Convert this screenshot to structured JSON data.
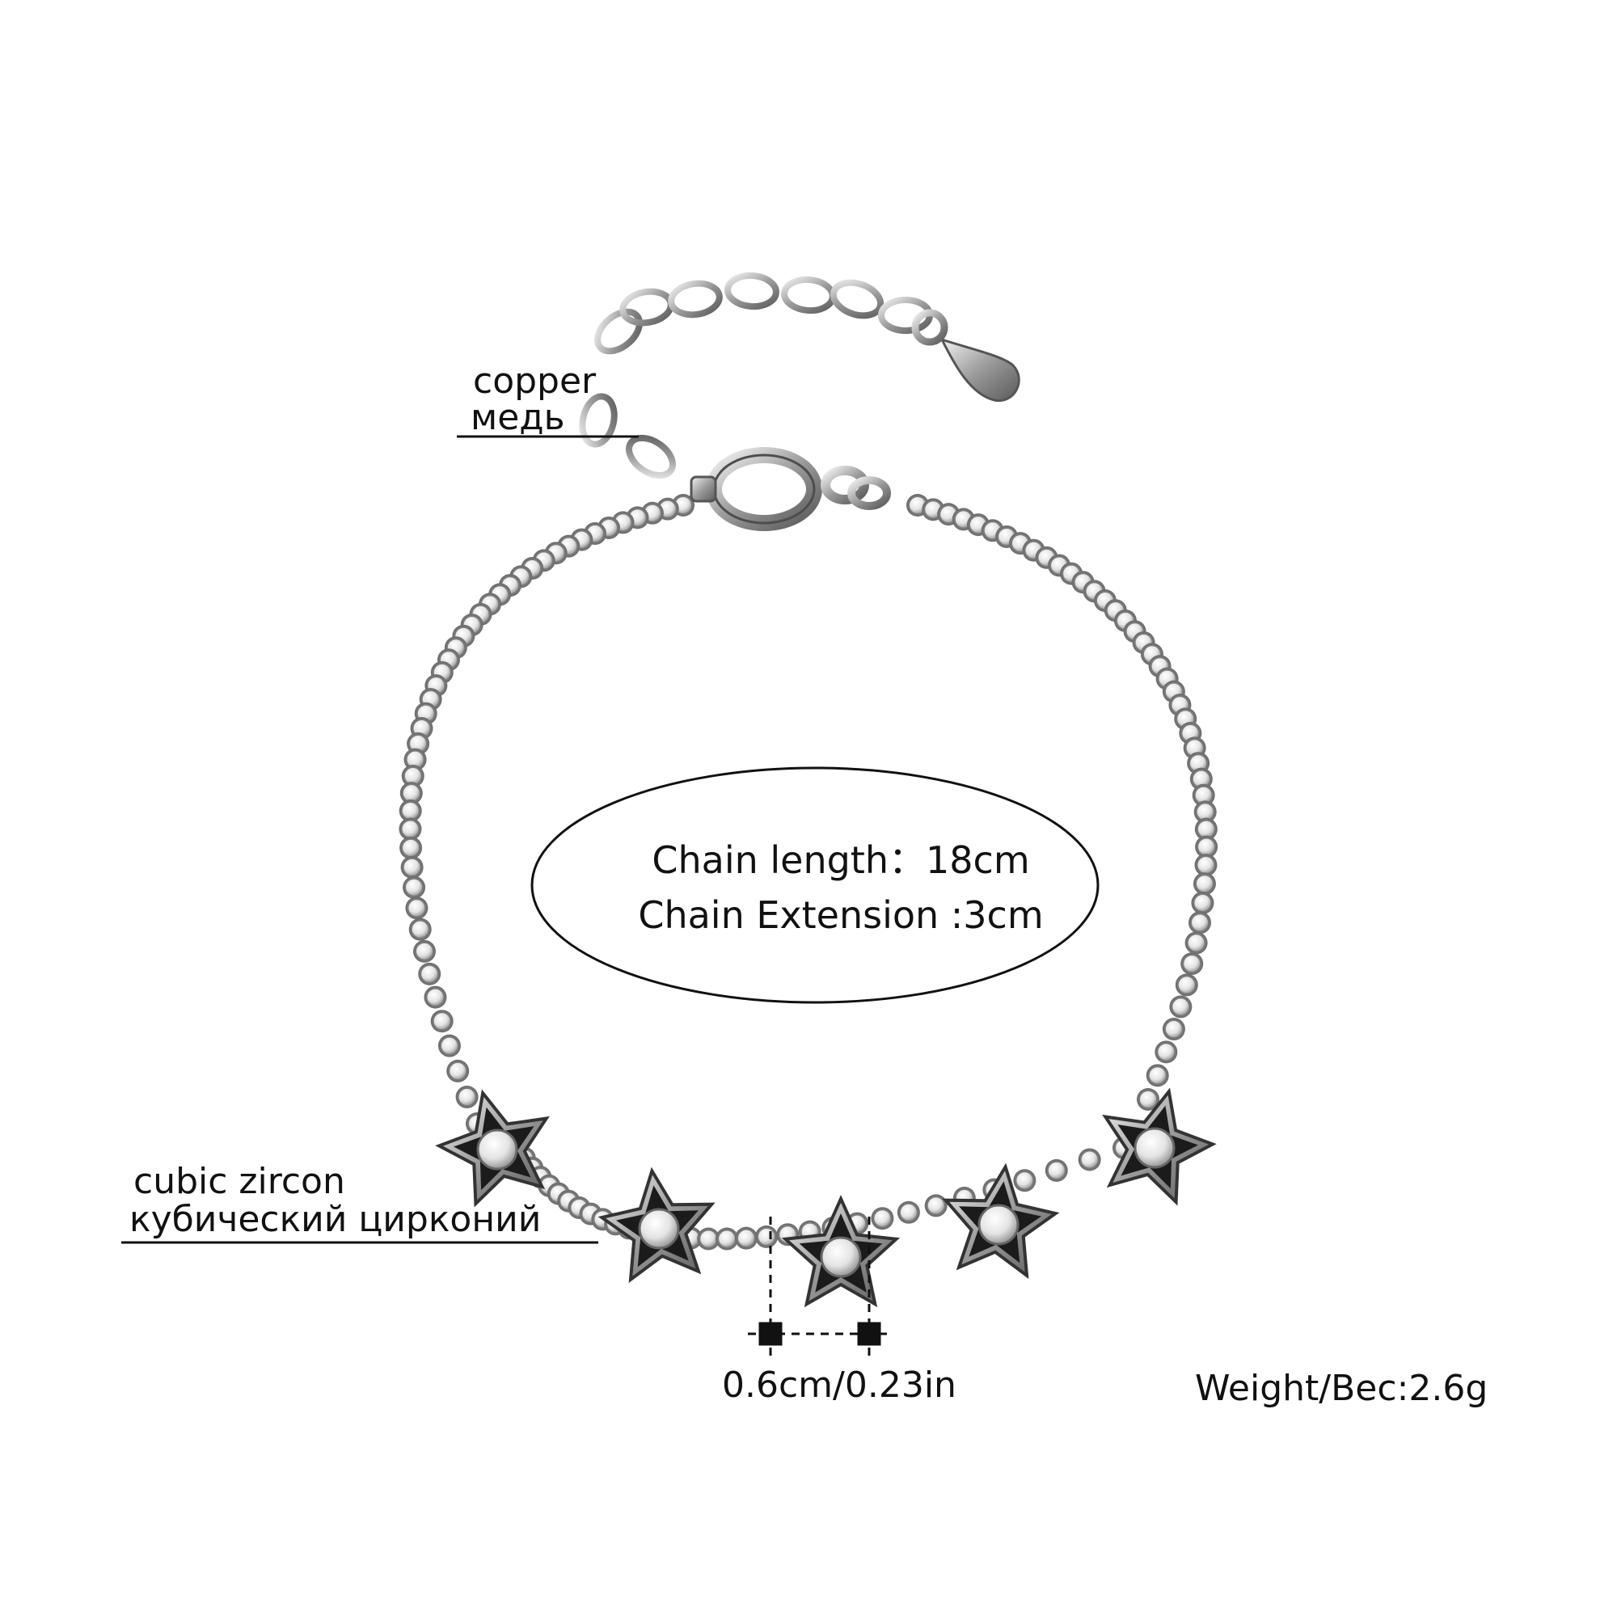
{
  "labels": {
    "copper_en": "copper",
    "copper_ru": "медь",
    "zircon_en": "cubic zircon",
    "zircon_ru": "кубический цирконий",
    "dimension": "0.6cm/0.23in",
    "weight": "Weight/Вес:2.6g"
  },
  "spec": {
    "chain_length": "Chain length：18cm",
    "chain_extension": "Chain Extension :3cm"
  },
  "colors": {
    "background": "#ffffff",
    "metal": "#8c8c8c",
    "text": "#111111"
  },
  "icons": [
    "bracelet-photo",
    "star-charm-icon",
    "lobster-clasp-icon",
    "extender-chain-icon",
    "drop-charm-icon"
  ]
}
